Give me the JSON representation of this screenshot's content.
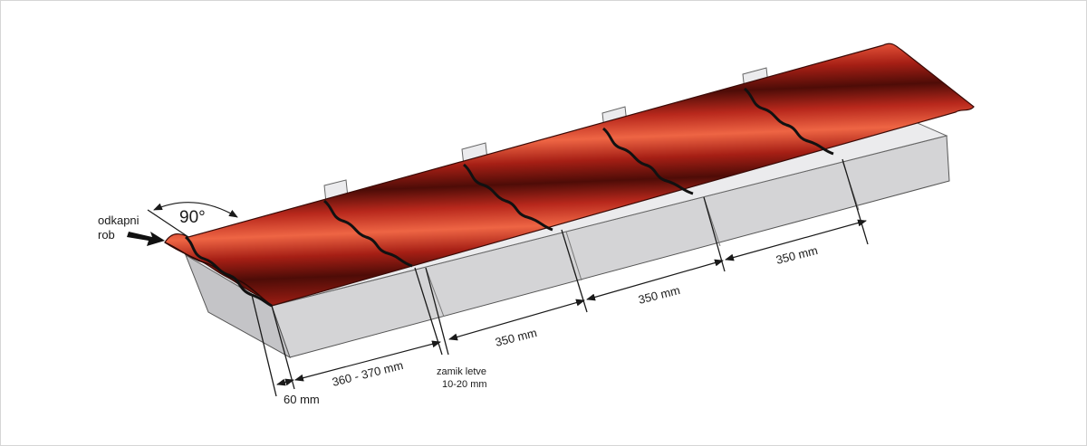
{
  "diagram": {
    "angle_label": "90°",
    "eave_label_line1": "odkapni",
    "eave_label_line2": "rob",
    "dim_first": "60 mm",
    "dim_second": "360 - 370 mm",
    "dim_batten_1": "350 mm",
    "dim_batten_2": "350 mm",
    "dim_batten_3": "350 mm",
    "offset_label_line1": "zamik letve",
    "offset_label_line2": "10-20 mm"
  },
  "colors": {
    "tile_light": "#e8553a",
    "tile_mid": "#b8281c",
    "tile_dark": "#5a0d08",
    "batten_face": "#d4d4d6",
    "batten_top": "#ebebed",
    "batten_side": "#bcbcbf",
    "outline": "#1a1a1a"
  }
}
